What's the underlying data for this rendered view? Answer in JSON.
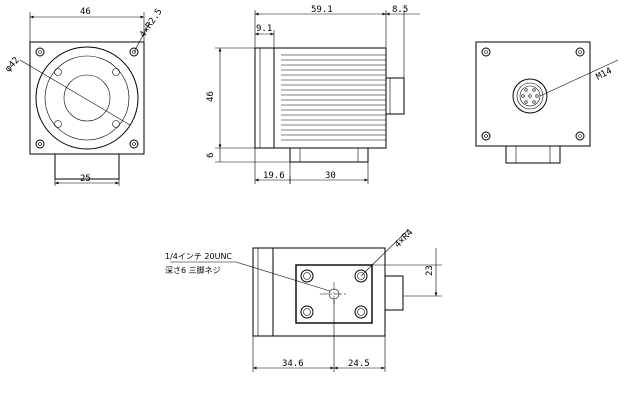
{
  "front_view": {
    "width_dim": "46",
    "hole_note": "4×R2.5",
    "circle_dia": "φ42",
    "base_dim": "25"
  },
  "side_view": {
    "length_dim": "59.1",
    "connector_dim": "8.5",
    "flange_dim": "9.1",
    "height_dim": "46",
    "base_height_dim": "6",
    "offset_dim": "19.6",
    "span_dim": "30"
  },
  "back_view": {
    "thread_note": "M14"
  },
  "bottom_view": {
    "tripod_note": "1/4インチ 20UNC",
    "depth_note": "深さ6 三脚ネジ",
    "hole_note": "4×R4",
    "height_dim": "23",
    "left_dim": "34.6",
    "right_dim": "24.5"
  }
}
